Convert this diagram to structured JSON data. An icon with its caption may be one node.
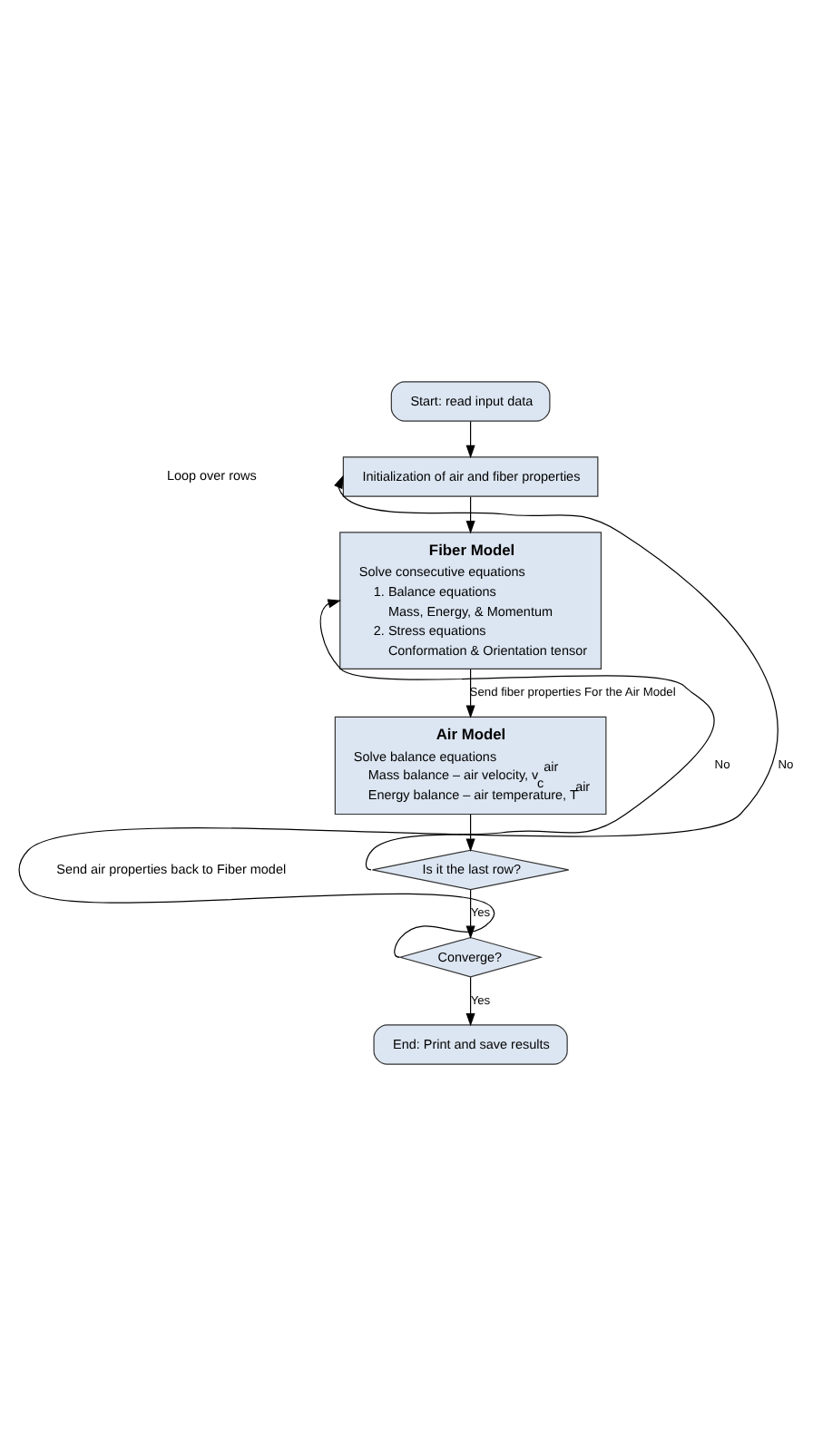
{
  "diagram": {
    "nodes": [
      {
        "text": [
          "Start: read input data"
        ]
      },
      {
        "text": [
          "Initialization of air and fiber properties"
        ]
      },
      {
        "text": [
          "Fiber Model",
          "Solve consecutive equations",
          "1. Balance equations",
          "Mass, Energy, & Momentum",
          "2. Stress equations",
          "Conformation & Orientation tensor"
        ]
      },
      {
        "text": [
          "Air Model",
          "Solve balance equations",
          "Mass balance – air velocity, v$_{c}$$^{air}$",
          "Energy balance – air temperature, T$^{air}$"
        ]
      },
      {
        "text": [
          "Is it the last row?"
        ]
      },
      {
        "text": [
          "Converge?"
        ]
      },
      {
        "text": [
          "End: Print and save results"
        ]
      }
    ],
    "edges": [
      {
        "from": 0,
        "to": 1,
        "arrow": "to"
      },
      {
        "from": 1,
        "to": 2,
        "arrow": "to"
      },
      {
        "from": 2,
        "to": 3,
        "arrow": "to",
        "label": "Send fiber properties For the Air Model"
      },
      {
        "from": 3,
        "to": 4,
        "arrow": "to"
      },
      {
        "from": 4,
        "to": 2,
        "arrow": "to",
        "label": "No"
      },
      {
        "from": 4,
        "to": 5,
        "arrow": "to",
        "label": "Yes"
      },
      {
        "from": 5,
        "to": 1,
        "arrow": "to",
        "label": "No"
      },
      {
        "from": 5,
        "to": 6,
        "arrow": "to",
        "label": "Yes"
      }
    ],
    "labels": [
      "Loop over rows",
      "Send air properties back to Fiber model"
    ]
  }
}
